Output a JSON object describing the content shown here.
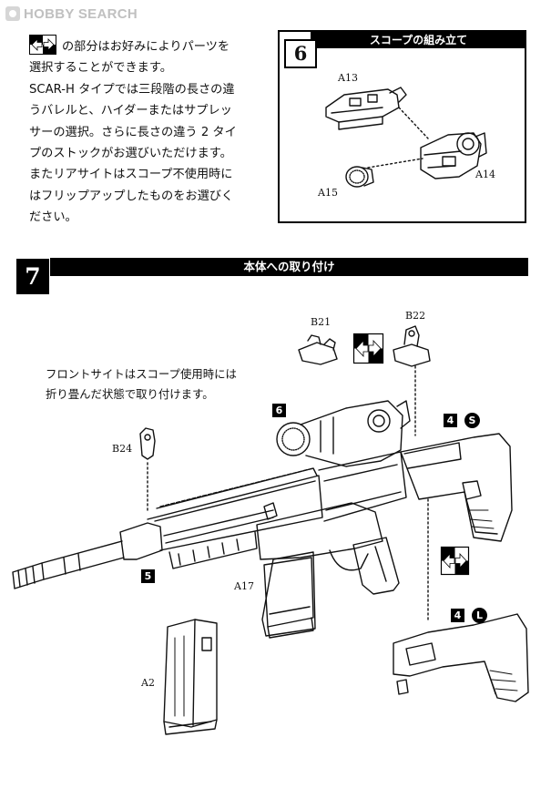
{
  "header": {
    "logo_text": "HOBBY SEARCH",
    "logo_icon": "hobbysearch-logo-icon"
  },
  "intro": {
    "line1_after_icon": "の部分はお好みによりパーツを",
    "lines": [
      "選択することができます。",
      "SCAR-H タイプでは三段階の長さの違",
      "うバレルと、ハイダーまたはサプレッ",
      "サーの選択。さらに長さの違う 2 タイ",
      "プのストックがお選びいただけます。",
      "またリアサイトはスコープ不使用時に",
      "はフリップアップしたものをお選びく",
      "ださい。"
    ]
  },
  "step6": {
    "number": "6",
    "title": "スコープの組み立て",
    "parts": {
      "a13": "A13",
      "a14": "A14",
      "a15": "A15"
    }
  },
  "step7": {
    "number": "7",
    "title": "本体への取り付け",
    "note_lines": [
      "フロントサイトはスコープ使用時には",
      "折り畳んだ状態で取り付けます。"
    ],
    "parts": {
      "b21": "B21",
      "b22": "B22",
      "b24": "B24",
      "a17": "A17",
      "a2": "A2"
    },
    "ref_badges": {
      "scope_step": "6",
      "barrel_step": "5",
      "stock_short_step": "4",
      "stock_short_letter": "S",
      "stock_long_step": "4",
      "stock_long_letter": "L"
    }
  },
  "colors": {
    "ink": "#111111",
    "paper": "#ffffff",
    "logo_gray": "#c0c0c0"
  }
}
